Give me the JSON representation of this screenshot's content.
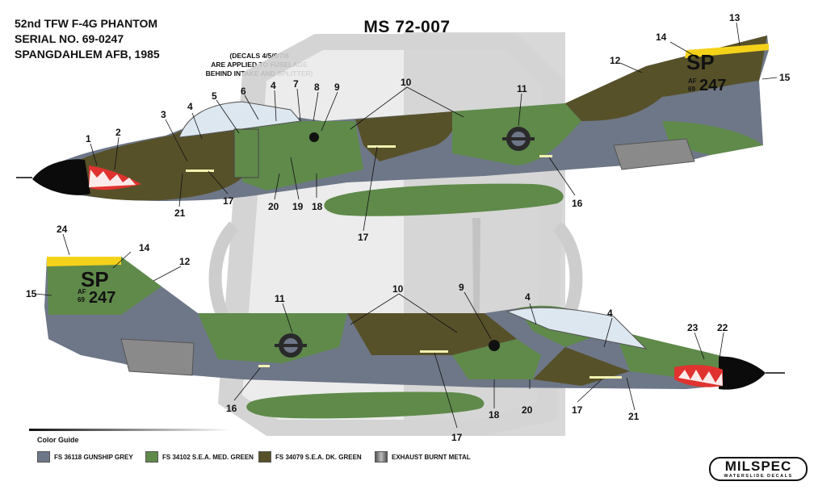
{
  "header": {
    "line1": "52nd TFW F-4G PHANTOM",
    "line2": "SERIAL NO. 69-0247",
    "line3": "SPANGDAHLEM AFB, 1985"
  },
  "sheet_title": "MS 72-007",
  "decal_note": {
    "line1": "(DECALS 4/5/6/7/8",
    "line2": "ARE APPLIED TO FUSELAGE",
    "line3": "BEHIND INTAKE AND SPLITTER)"
  },
  "tail_markings": {
    "code": "SP",
    "af": "AF",
    "year": "69",
    "number": "247"
  },
  "callouts_top": [
    "1",
    "2",
    "3",
    "4",
    "5",
    "6",
    "4",
    "7",
    "8",
    "9",
    "10",
    "11",
    "12",
    "13",
    "14",
    "15",
    "16",
    "17",
    "18",
    "19",
    "20",
    "21",
    "17"
  ],
  "callouts_bottom": [
    "24",
    "14",
    "12",
    "15",
    "11",
    "10",
    "9",
    "4",
    "4",
    "23",
    "22",
    "16",
    "17",
    "18",
    "20",
    "17",
    "21"
  ],
  "color_guide": {
    "title": "Color Guide",
    "items": [
      {
        "label": "FS 36118 GUNSHIP GREY",
        "color": "#6e7788"
      },
      {
        "label": "FS 34102 S.E.A. MED. GREEN",
        "color": "#5f8a4a"
      },
      {
        "label": "FS 34079 S.E.A. DK. GREEN",
        "color": "#57512a"
      },
      {
        "label": "EXHAUST BURNT METAL",
        "color": "#8a8a8a"
      }
    ]
  },
  "logo": {
    "main": "MILSPEC",
    "sub": "WATERSLIDE DECALS"
  },
  "colors": {
    "grey": "#6e7788",
    "green": "#5f8a4a",
    "dark_green": "#57512a",
    "yellow": "#f5d21a",
    "black": "#0b0b0b",
    "shark_red": "#e0332f"
  }
}
